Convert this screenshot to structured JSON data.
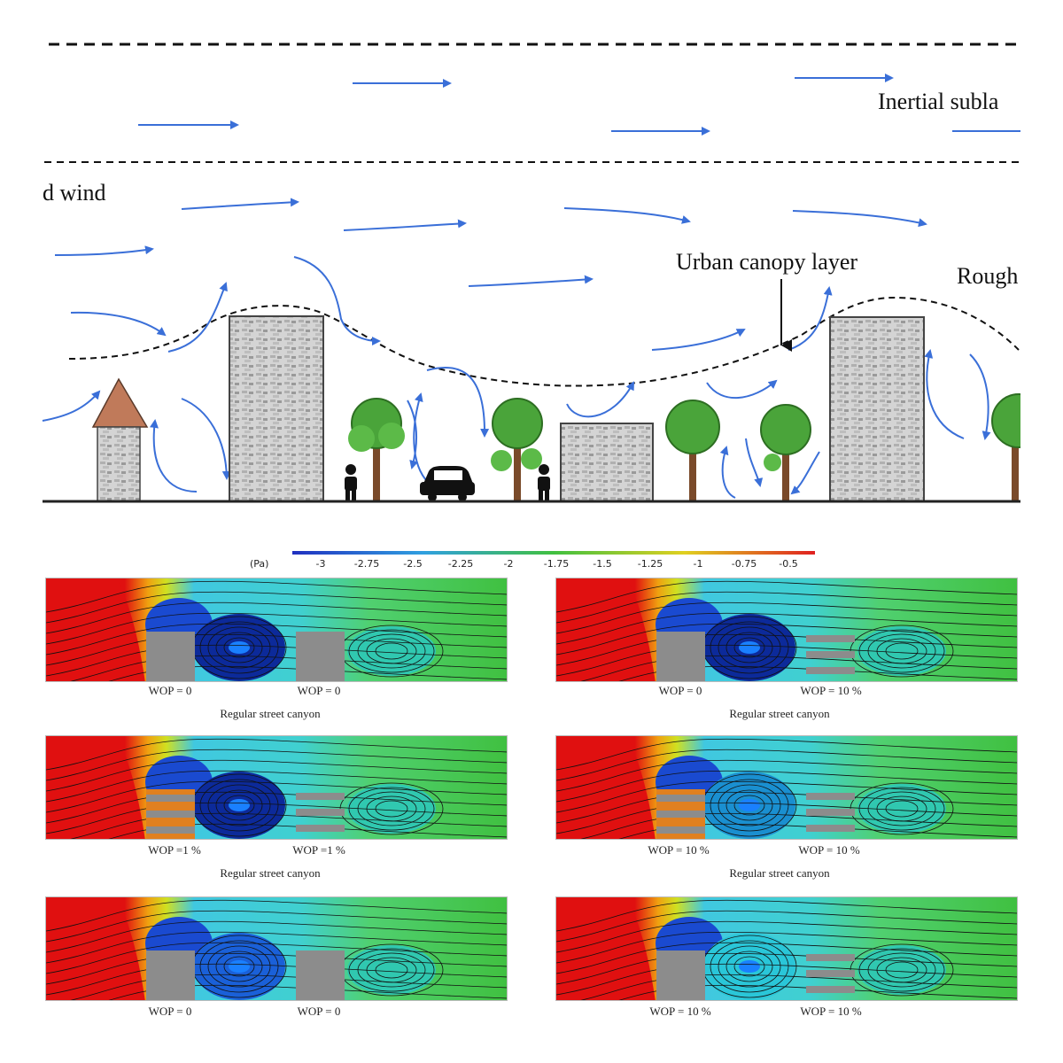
{
  "top": {
    "inertial_label": "Inertial subla",
    "wind_label": "d wind",
    "canopy_label": "Urban canopy layer",
    "rough_label": "Rough"
  },
  "colorbar": {
    "unit": "(Pa)",
    "ticks": [
      "-3",
      "-2.75",
      "-2.5",
      "-2.25",
      "-2",
      "-1.75",
      "-1.5",
      "-1.25",
      "-1",
      "-0.75",
      "-0.5"
    ]
  },
  "panels": [
    {
      "cap_left": "WOP = 0",
      "cap_right": "WOP = 0",
      "subtitle": "Regular street canyon"
    },
    {
      "cap_left": "WOP = 0",
      "cap_right": "WOP = 10 %",
      "subtitle": "Regular street canyon"
    },
    {
      "cap_left": "WOP =1 %",
      "cap_right": "WOP =1 %",
      "subtitle": "Regular street canyon"
    },
    {
      "cap_left": "WOP = 10 %",
      "cap_right": "WOP = 10 %",
      "subtitle": "Regular street canyon"
    },
    {
      "cap_left": "WOP = 0",
      "cap_right": "WOP = 0",
      "subtitle": ""
    },
    {
      "cap_left": "WOP = 10 %",
      "cap_right": "WOP = 10 %",
      "subtitle": ""
    }
  ],
  "colors": {
    "arrow": "#3a6fd8",
    "ground": "#222222",
    "building": "#c9c9c9",
    "tree": "#4aa43a",
    "roof": "#c07a5a",
    "high_pressure": "#e01010",
    "low_pressure": "#1040c0"
  }
}
